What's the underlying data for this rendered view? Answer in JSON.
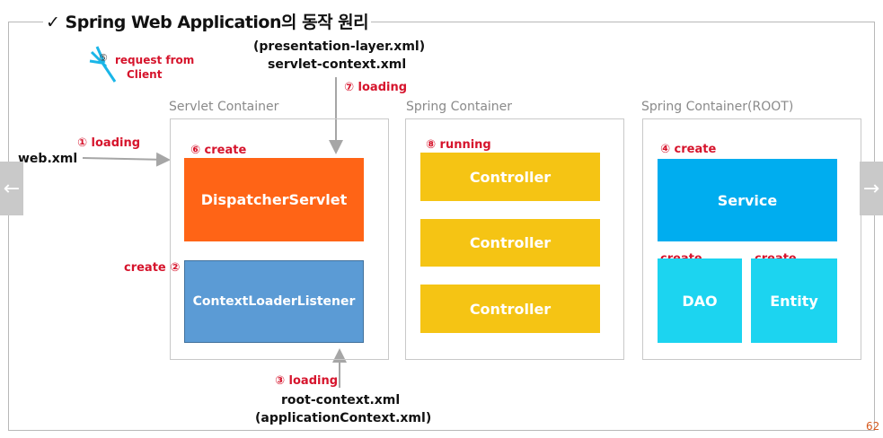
{
  "slide": {
    "title": "✓ Spring Web Application의 동작 원리",
    "page_number": "62"
  },
  "containers": {
    "servlet": "Servlet Container",
    "spring": "Spring Container",
    "root": "Spring Container(ROOT)"
  },
  "boxes": {
    "dispatcher": "DispatcherServlet",
    "context_loader": "ContextLoaderListener",
    "controllers": [
      "Controller",
      "Controller",
      "Controller"
    ],
    "service": "Service",
    "dao": "DAO",
    "entity": "Entity"
  },
  "annotations": {
    "step1": "① loading",
    "step2": "create ②",
    "step3": "③ loading",
    "step4": "④ create",
    "step5_line1": "request from",
    "step5_line2": "Client",
    "step5_marker": "⑤",
    "step6": "⑥ create",
    "step7": "⑦ loading",
    "step8": "⑧ running",
    "dao_create": "create",
    "entity_create": "create"
  },
  "files": {
    "web_xml": "web.xml",
    "presentation_xml": "(presentation-layer.xml)",
    "servlet_context": "servlet-context.xml",
    "root_context": "root-context.xml",
    "application_context": "(applicationContext.xml)"
  },
  "nav": {
    "prev_icon": "←",
    "next_icon": "→"
  },
  "colors": {
    "dispatcher": "#ff6416",
    "context_loader": "#5b9bd5",
    "controller": "#f5c414",
    "service": "#00adef",
    "dao_entity": "#1cd4f0",
    "annotation": "#d6142c"
  }
}
